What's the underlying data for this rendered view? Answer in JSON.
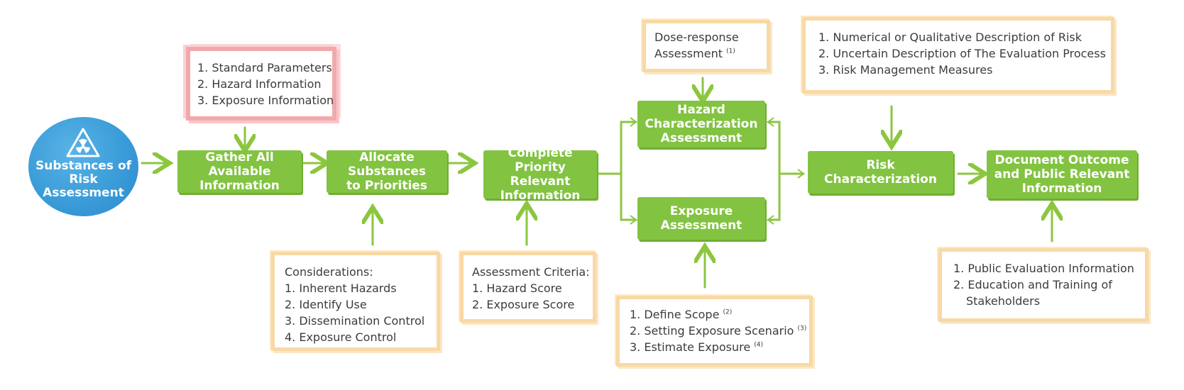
{
  "start": {
    "line1": "Substances of",
    "line2": "Risk Assessment",
    "icon": "radiation-icon"
  },
  "steps": {
    "gather": [
      "Gather All Available",
      "Information"
    ],
    "allocate": [
      "Allocate Substances",
      "to Priorities"
    ],
    "complete": [
      "Complete",
      "Priority Relevant",
      "Information"
    ],
    "hazard": [
      "Hazard",
      "Characterization",
      "Assessment"
    ],
    "exposure": [
      "Exposure",
      "Assessment"
    ],
    "risk": [
      "Risk Characterization"
    ],
    "document": [
      "Document Outcome",
      "and Public Relevant",
      "Information"
    ]
  },
  "notes": {
    "info": [
      "1. Standard Parameters",
      "2. Hazard Information",
      "3. Exposure Information"
    ],
    "considerations": [
      "Considerations:",
      "1. Inherent Hazards",
      "2. Identify Use",
      "3. Dissemination Control",
      "4. Exposure Control"
    ],
    "criteria": [
      "Assessment Criteria:",
      "1. Hazard Score",
      "2. Exposure Score"
    ],
    "dose": {
      "line1": "Dose-response",
      "line2": "Assessment",
      "sup2": "(1)"
    },
    "scope": [
      {
        "text": "1. Define Scope",
        "sup": "(2)"
      },
      {
        "text": "2. Setting Exposure Scenario",
        "sup": "(3)"
      },
      {
        "text": "3. Estimate Exposure",
        "sup": "(4)"
      }
    ],
    "risk_desc": [
      "1. Numerical or Qualitative Description of Risk",
      "2. Uncertain Description of The Evaluation Process",
      "3. Risk Management Measures"
    ],
    "public": [
      "1. Public Evaluation Information",
      "2. Education and Training of",
      "Stakeholders"
    ]
  },
  "colors": {
    "green": "#82c341",
    "blue": "#3a9cd8",
    "yellow_border": "#f8d9a5",
    "pink_border": "#f2a9ac",
    "arrow": "#8cc63f"
  }
}
